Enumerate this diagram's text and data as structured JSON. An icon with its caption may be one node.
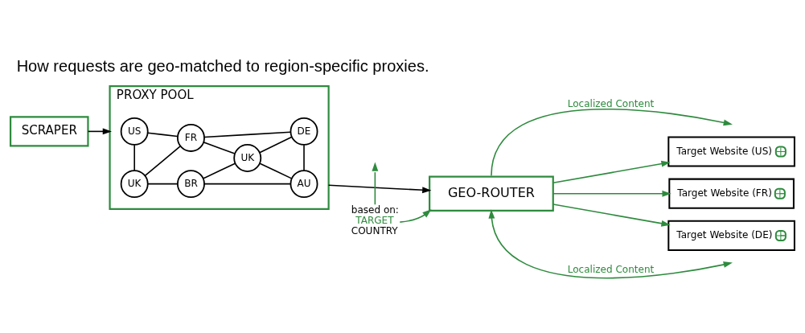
{
  "diagram": {
    "title": "How requests are geo-matched to region-specific proxies.",
    "nodes": [
      {
        "text": [
          "SCRAPER"
        ]
      },
      {
        "text": [
          "PROXY POOL"
        ]
      },
      {
        "text": [
          "US"
        ],
        "in": 1
      },
      {
        "text": [
          "FR"
        ],
        "in": 1
      },
      {
        "text": [
          "DE"
        ],
        "in": 1
      },
      {
        "text": [
          "UK"
        ],
        "in": 1
      },
      {
        "text": [
          "UK"
        ],
        "in": 1
      },
      {
        "text": [
          "BR"
        ],
        "in": 1
      },
      {
        "text": [
          "AU"
        ],
        "in": 1
      },
      {
        "text": [
          "GEO-ROUTER"
        ]
      },
      {
        "text": [
          "based on:",
          "TARGET",
          "COUNTRY"
        ]
      },
      {
        "text": [
          "Target Website (US)"
        ]
      },
      {
        "text": [
          "Target Website (FR)"
        ]
      },
      {
        "text": [
          "Target Website (DE)"
        ]
      }
    ],
    "edges": [
      {
        "from": 0,
        "to": 1,
        "arrow": "to"
      },
      {
        "from": 2,
        "to": 3,
        "arrow": "none"
      },
      {
        "from": 2,
        "to": 6,
        "arrow": "none"
      },
      {
        "from": 3,
        "to": 4,
        "arrow": "none"
      },
      {
        "from": 6,
        "to": 3,
        "arrow": "none"
      },
      {
        "from": 3,
        "to": 5,
        "arrow": "none"
      },
      {
        "from": 5,
        "to": 4,
        "arrow": "none"
      },
      {
        "from": 4,
        "to": 8,
        "arrow": "none"
      },
      {
        "from": 6,
        "to": 7,
        "arrow": "none"
      },
      {
        "from": 7,
        "to": 5,
        "arrow": "none"
      },
      {
        "from": 7,
        "to": 8,
        "arrow": "none"
      },
      {
        "from": 5,
        "to": 8,
        "arrow": "none"
      },
      {
        "from": 1,
        "to": 9,
        "arrow": "to"
      },
      {
        "from": 10,
        "to": null,
        "arrow": "to",
        "color": "#2e8b3e"
      },
      {
        "from": 10,
        "to": 9,
        "arrow": "to",
        "color": "#2e8b3e"
      },
      {
        "from": 9,
        "to": null,
        "arrow": "to",
        "label": "Localized Content",
        "color": "#2e8b3e"
      },
      {
        "from": 9,
        "to": 11,
        "arrow": "to",
        "color": "#2e8b3e"
      },
      {
        "from": 9,
        "to": 12,
        "arrow": "to",
        "color": "#2e8b3e"
      },
      {
        "from": 9,
        "to": 13,
        "arrow": "to",
        "color": "#2e8b3e"
      },
      {
        "from": 9,
        "to": null,
        "arrow": "both",
        "label": "Localized Content",
        "color": "#2e8b3e"
      }
    ]
  }
}
